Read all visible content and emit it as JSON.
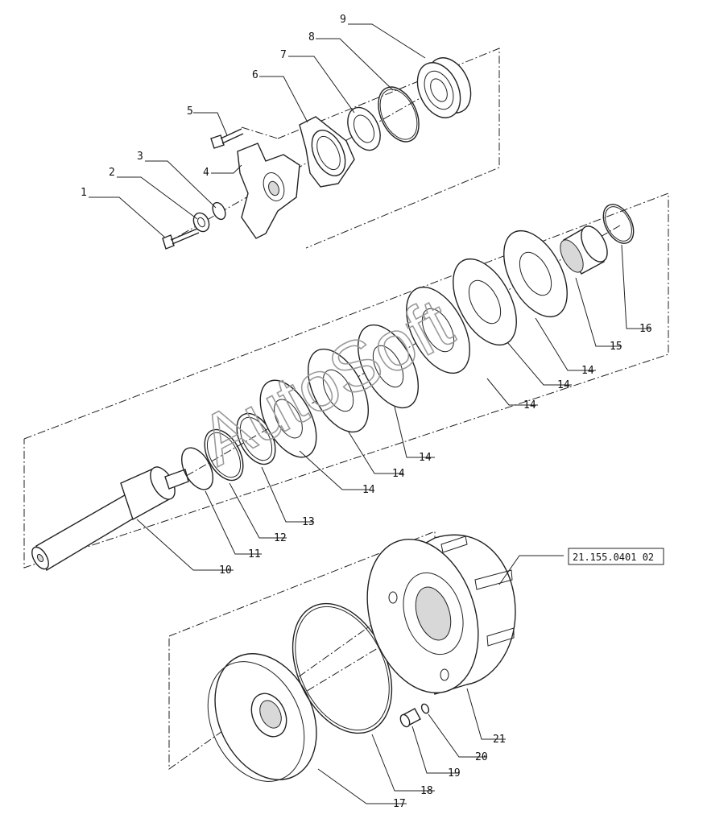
{
  "diagram": {
    "reference_tag": "21.155.0401 02",
    "watermark": "AutoSoft",
    "callouts": [
      {
        "id": "1",
        "text": "1"
      },
      {
        "id": "2",
        "text": "2"
      },
      {
        "id": "3",
        "text": "3"
      },
      {
        "id": "4",
        "text": "4"
      },
      {
        "id": "5",
        "text": "5"
      },
      {
        "id": "6",
        "text": "6"
      },
      {
        "id": "7",
        "text": "7"
      },
      {
        "id": "8",
        "text": "8"
      },
      {
        "id": "9",
        "text": "9"
      },
      {
        "id": "10",
        "text": "10"
      },
      {
        "id": "11",
        "text": "11"
      },
      {
        "id": "12",
        "text": "12"
      },
      {
        "id": "13",
        "text": "13"
      },
      {
        "id": "14a",
        "text": "14"
      },
      {
        "id": "14b",
        "text": "14"
      },
      {
        "id": "14c",
        "text": "14"
      },
      {
        "id": "14d",
        "text": "14"
      },
      {
        "id": "14e",
        "text": "14"
      },
      {
        "id": "14f",
        "text": "14"
      },
      {
        "id": "15",
        "text": "15"
      },
      {
        "id": "16",
        "text": "16"
      },
      {
        "id": "17",
        "text": "17"
      },
      {
        "id": "18",
        "text": "18"
      },
      {
        "id": "19",
        "text": "19"
      },
      {
        "id": "20",
        "text": "20"
      },
      {
        "id": "21",
        "text": "21"
      }
    ]
  }
}
